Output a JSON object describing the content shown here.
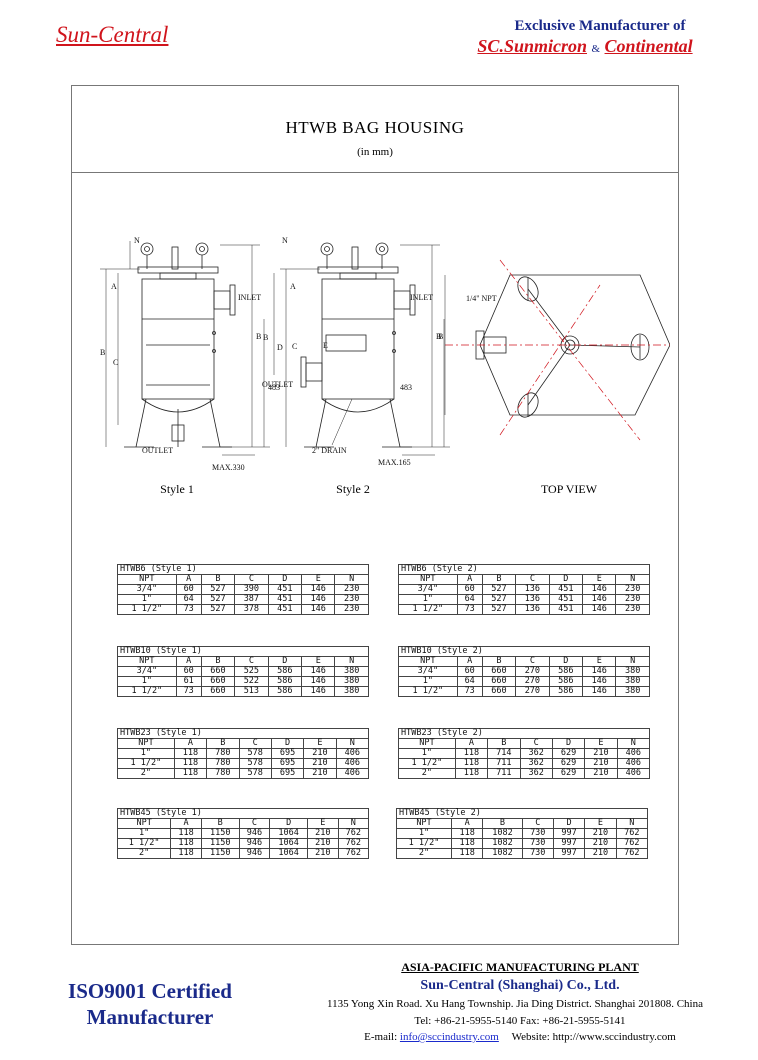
{
  "header": {
    "brand": "Sun-Central",
    "exclusive": "Exclusive Manufacturer of",
    "maker1": "SC.Sunmicron",
    "amp": "&",
    "maker2": "Continental"
  },
  "document": {
    "title": "HTWB BAG HOUSING",
    "subtitle": "(in mm)",
    "captions": {
      "style1": "Style 1",
      "style2": "Style 2",
      "top_view": "TOP VIEW"
    },
    "drawing_labels": {
      "n": "N",
      "a": "A",
      "b": "B",
      "c": "C",
      "d": "D",
      "e": "E",
      "inlet": "INLET",
      "outlet": "OUTLET",
      "h483": "483",
      "max330": "MAX.330",
      "max165": "MAX.165",
      "drain": "2\" DRAIN",
      "npt14": "1/4\" NPT"
    }
  },
  "tables": [
    {
      "title": "HTWB6  (Style 1)",
      "header": [
        "NPT",
        "A",
        "B",
        "C",
        "D",
        "E",
        "N"
      ],
      "rows": [
        [
          "3/4\"",
          "60",
          "527",
          "390",
          "451",
          "146",
          "230"
        ],
        [
          "1\"",
          "64",
          "527",
          "387",
          "451",
          "146",
          "230"
        ],
        [
          "1 1/2\"",
          "73",
          "527",
          "378",
          "451",
          "146",
          "230"
        ]
      ]
    },
    {
      "title": "HTWB6  (Style 2)",
      "header": [
        "NPT",
        "A",
        "B",
        "C",
        "D",
        "E",
        "N"
      ],
      "rows": [
        [
          "3/4\"",
          "60",
          "527",
          "136",
          "451",
          "146",
          "230"
        ],
        [
          "1\"",
          "64",
          "527",
          "136",
          "451",
          "146",
          "230"
        ],
        [
          "1 1/2\"",
          "73",
          "527",
          "136",
          "451",
          "146",
          "230"
        ]
      ]
    },
    {
      "title": "HTWB10  (Style 1)",
      "header": [
        "NPT",
        "A",
        "B",
        "C",
        "D",
        "E",
        "N"
      ],
      "rows": [
        [
          "3/4\"",
          "60",
          "660",
          "525",
          "586",
          "146",
          "380"
        ],
        [
          "1\"",
          "61",
          "660",
          "522",
          "586",
          "146",
          "380"
        ],
        [
          "1 1/2\"",
          "73",
          "660",
          "513",
          "586",
          "146",
          "380"
        ]
      ]
    },
    {
      "title": "HTWB10  (Style 2)",
      "header": [
        "NPT",
        "A",
        "B",
        "C",
        "D",
        "E",
        "N"
      ],
      "rows": [
        [
          "3/4\"",
          "60",
          "660",
          "270",
          "586",
          "146",
          "380"
        ],
        [
          "1\"",
          "64",
          "660",
          "270",
          "586",
          "146",
          "380"
        ],
        [
          "1 1/2\"",
          "73",
          "660",
          "270",
          "586",
          "146",
          "380"
        ]
      ]
    },
    {
      "title": "HTWB23  (Style 1)",
      "header": [
        "NPT",
        "A",
        "B",
        "C",
        "D",
        "E",
        "N"
      ],
      "rows": [
        [
          "1\"",
          "118",
          "780",
          "578",
          "695",
          "210",
          "406"
        ],
        [
          "1 1/2\"",
          "118",
          "780",
          "578",
          "695",
          "210",
          "406"
        ],
        [
          "2\"",
          "118",
          "780",
          "578",
          "695",
          "210",
          "406"
        ]
      ]
    },
    {
      "title": "HTWB23  (Style 2)",
      "header": [
        "NPT",
        "A",
        "B",
        "C",
        "D",
        "E",
        "N"
      ],
      "rows": [
        [
          "1\"",
          "118",
          "714",
          "362",
          "629",
          "210",
          "406"
        ],
        [
          "1 1/2\"",
          "118",
          "711",
          "362",
          "629",
          "210",
          "406"
        ],
        [
          "2\"",
          "118",
          "711",
          "362",
          "629",
          "210",
          "406"
        ]
      ]
    },
    {
      "title": "HTWB45  (Style 1)",
      "header": [
        "NPT",
        "A",
        "B",
        "C",
        "D",
        "E",
        "N"
      ],
      "rows": [
        [
          "1\"",
          "118",
          "1150",
          "946",
          "1064",
          "210",
          "762"
        ],
        [
          "1 1/2\"",
          "118",
          "1150",
          "946",
          "1064",
          "210",
          "762"
        ],
        [
          "2\"",
          "118",
          "1150",
          "946",
          "1064",
          "210",
          "762"
        ]
      ]
    },
    {
      "title": "HTWB45  (Style 2)",
      "header": [
        "NPT",
        "A",
        "B",
        "C",
        "D",
        "E",
        "N"
      ],
      "rows": [
        [
          "1\"",
          "118",
          "1082",
          "730",
          "997",
          "210",
          "762"
        ],
        [
          "1 1/2\"",
          "118",
          "1082",
          "730",
          "997",
          "210",
          "762"
        ],
        [
          "2\"",
          "118",
          "1082",
          "730",
          "997",
          "210",
          "762"
        ]
      ]
    }
  ],
  "footer": {
    "iso_line1": "ISO9001 Certified",
    "iso_line2": "Manufacturer",
    "plant": "ASIA-PACIFIC MANUFACTURING PLANT",
    "company": "Sun-Central (Shanghai) Co., Ltd.",
    "address": "1135 Yong Xin Road. Xu Hang Township.  Jia Ding District. Shanghai 201808. China",
    "phone": "Tel: +86-21-5955-5140    Fax: +86-21-5955-5141",
    "email_label": "E-mail: ",
    "email": "info@sccindustry.com",
    "website": "Website: http://www.sccindustry.com"
  },
  "colors": {
    "brand_red": "#d0141c",
    "navy": "#1a2a8a",
    "centerline_red": "#d0141c"
  }
}
